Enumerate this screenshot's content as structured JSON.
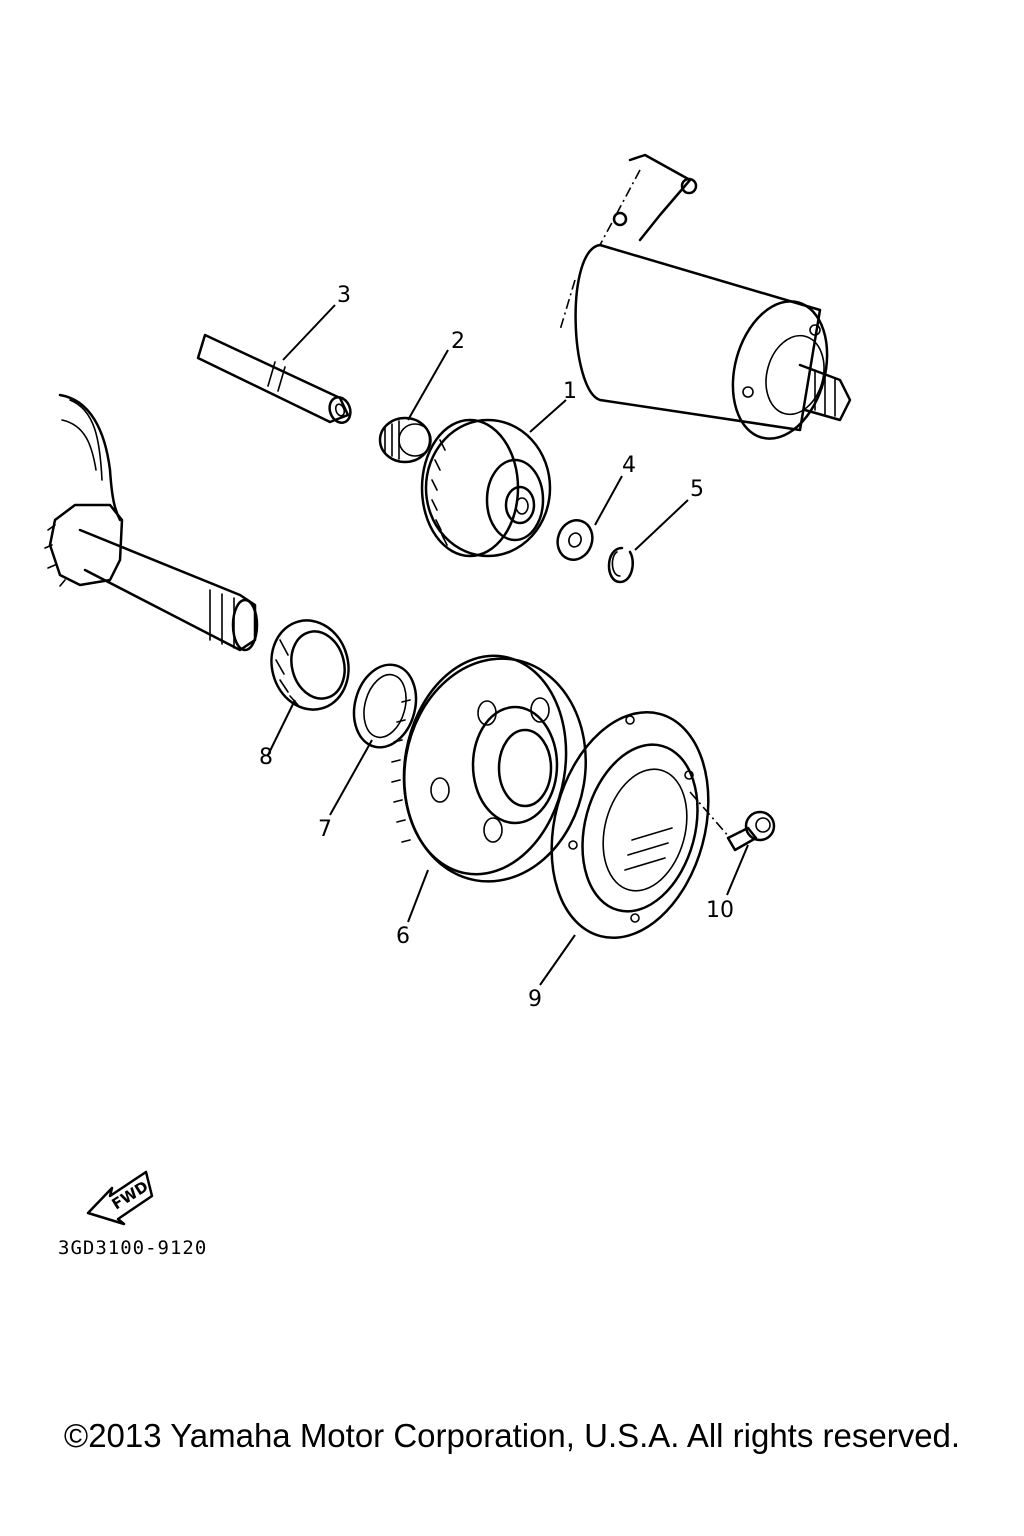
{
  "callouts": [
    {
      "id": "callout-1",
      "label": "1"
    },
    {
      "id": "callout-2",
      "label": "2"
    },
    {
      "id": "callout-3",
      "label": "3"
    },
    {
      "id": "callout-4",
      "label": "4"
    },
    {
      "id": "callout-5",
      "label": "5"
    },
    {
      "id": "callout-6",
      "label": "6"
    },
    {
      "id": "callout-7",
      "label": "7"
    },
    {
      "id": "callout-8",
      "label": "8"
    },
    {
      "id": "callout-9",
      "label": "9"
    },
    {
      "id": "callout-10",
      "label": "10"
    }
  ],
  "fwd_indicator": {
    "label": "FWD",
    "icon": "fwd-arrow-icon"
  },
  "ref_code": "3GD3100-9120",
  "copyright": "©2013 Yamaha Motor Corporation, U.S.A. All rights reserved."
}
